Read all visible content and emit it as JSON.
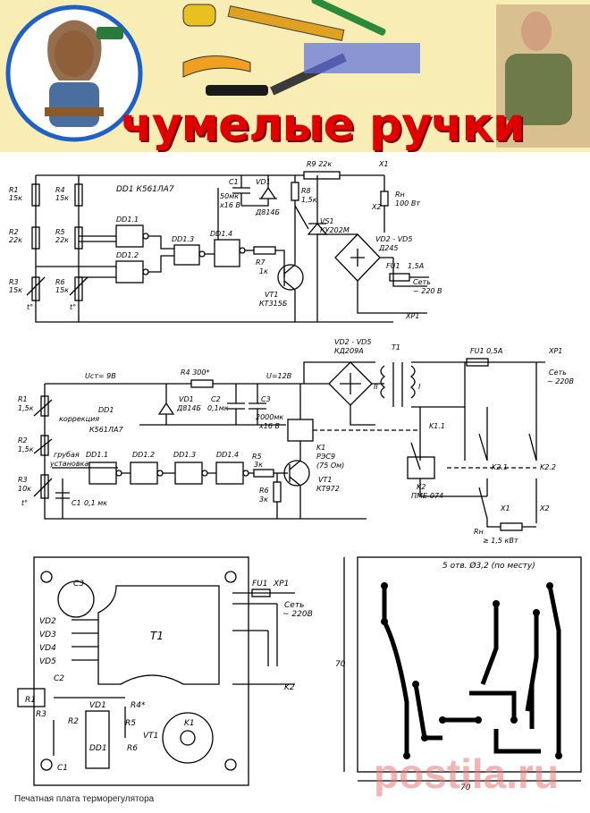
{
  "banner": {
    "brand_text": "чумелые ручки",
    "brand_color": "#e00000",
    "background": "#f8edb4"
  },
  "schematic1": {
    "title": "DD1 К561ЛА7",
    "r1": "R1",
    "r1v": "15к",
    "r2": "R2",
    "r2v": "22к",
    "r3": "R3",
    "r3v": "15к",
    "r4": "R4",
    "r4v": "15к",
    "r5": "R5",
    "r5v": "22к",
    "r6": "R6",
    "r6v": "15к",
    "t": "t°",
    "dd11": "DD1.1",
    "dd12": "DD1.2",
    "dd13": "DD1.3",
    "dd14": "DD1.4",
    "c1": "C1",
    "c1v": "50мк",
    "c1v2": "х16 В",
    "vd1": "VD1",
    "vd1v": "Д814Б",
    "r9": "R9 22к",
    "r8": "R8",
    "r8v": "1,5к",
    "vs1": "VS1",
    "vs1v": "КУ202М",
    "r7": "R7",
    "r7v": "1к",
    "vt1": "VT1",
    "vt1v": "КТ315Б",
    "x1": "X1",
    "x2": "X2",
    "rn": "Rн",
    "rnv": "100 Вт",
    "vd25": "VD2 - VD5",
    "vd25v": "Д245",
    "fu1": "FU1",
    "fu1v": "1,5А",
    "net": "Сеть",
    "netv": "~ 220 В",
    "xp1": "XP1"
  },
  "schematic2": {
    "ucm": "Uст= 9В",
    "r4": "R4 300*",
    "u12": "U=12В",
    "r1": "R1",
    "r1v": "1,5к",
    "r2": "R2",
    "r2v": "1,5к",
    "r3": "R3",
    "r3v": "10к",
    "t": "t°",
    "dd1": "DD1",
    "dd1v": "К561ЛА7",
    "korr": "коррекция",
    "grub": "грубая",
    "ust": "установка",
    "vd1": "VD1",
    "vd1v": "Д814Б",
    "c2": "C2",
    "c2v": "0,1мк",
    "c3": "C3",
    "c3v": "2000мк",
    "c3v2": "х16 В",
    "c1": "C1",
    "c1v": "0,1 мк",
    "dd11": "DD1.1",
    "dd12": "DD1.2",
    "dd13": "DD1.3",
    "dd14": "DD1.4",
    "r5": "R5",
    "r5v": "3к",
    "r6": "R6",
    "r6v": "3к",
    "k1": "K1",
    "k1v": "РЭС9",
    "k1v2": "(75 Ом)",
    "vt1": "VT1",
    "vt1v": "КТ972",
    "vd25": "VD2 - VD5",
    "vd25v": "КД209А",
    "t1": "T1",
    "fu1": "FU1 0,5А",
    "xp1": "XP1",
    "net": "Сеть",
    "netv": "~ 220В",
    "k11": "K1.1",
    "k21": "K2.1",
    "k22": "K2.2",
    "k2": "K2",
    "k2v": "ПМЕ-074",
    "x1": "X1",
    "x2": "X2",
    "rn": "Rн",
    "rnv": "≥ 1,5 кВт",
    "roman2": "II",
    "roman1": "I"
  },
  "pcb1": {
    "c3": "C3",
    "t1": "T1",
    "vd2": "VD2",
    "vd3": "VD3",
    "vd4": "VD4",
    "vd5": "VD5",
    "c2": "C2",
    "r1": "R1",
    "r3": "R3",
    "r2": "R2",
    "vd1": "VD1",
    "r4": "R4*",
    "r5": "R5",
    "r6": "R6",
    "vt1": "VT1",
    "dd1": "DD1",
    "k1": "K1",
    "c1": "C1",
    "fu1": "FU1",
    "xp1": "XP1",
    "net": "Сеть",
    "netv": "~ 220В",
    "k2": "K2"
  },
  "pcb2": {
    "holes_note": "5 отв. Ø3,2 (по месту)",
    "dim_w": "70",
    "dim_h": "70"
  },
  "caption": "Печатная плата терморегулятора",
  "watermark": "postila.ru"
}
